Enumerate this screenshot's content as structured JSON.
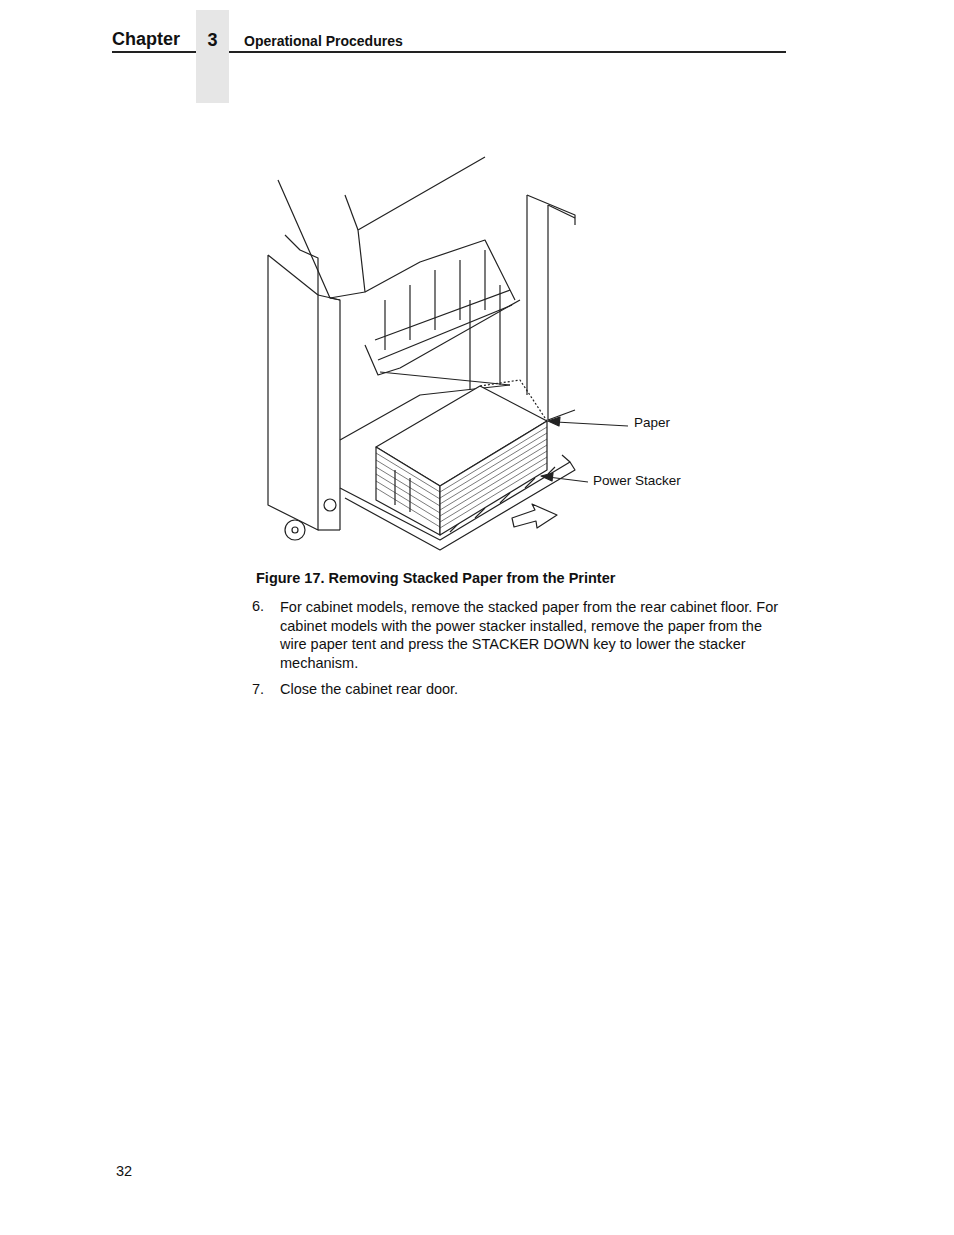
{
  "diagram": {
    "caption": "Figure 17. Removing Stacked Paper from the Printer",
    "nodes": [
      {
        "text": [
          "3"
        ]
      }
    ],
    "labels": [
      "Chapter",
      "Operational Procedures",
      "Paper",
      "Power Stacker",
      "6.",
      "For cabinet models, remove the stacked paper from the rear cabinet floor. For cabinet models with the power stacker installed, remove the paper from the wire paper tent and press the STACKER DOWN key to lower the stacker mechanism.",
      "7.",
      "Close the cabinet rear door.",
      "32"
    ]
  }
}
